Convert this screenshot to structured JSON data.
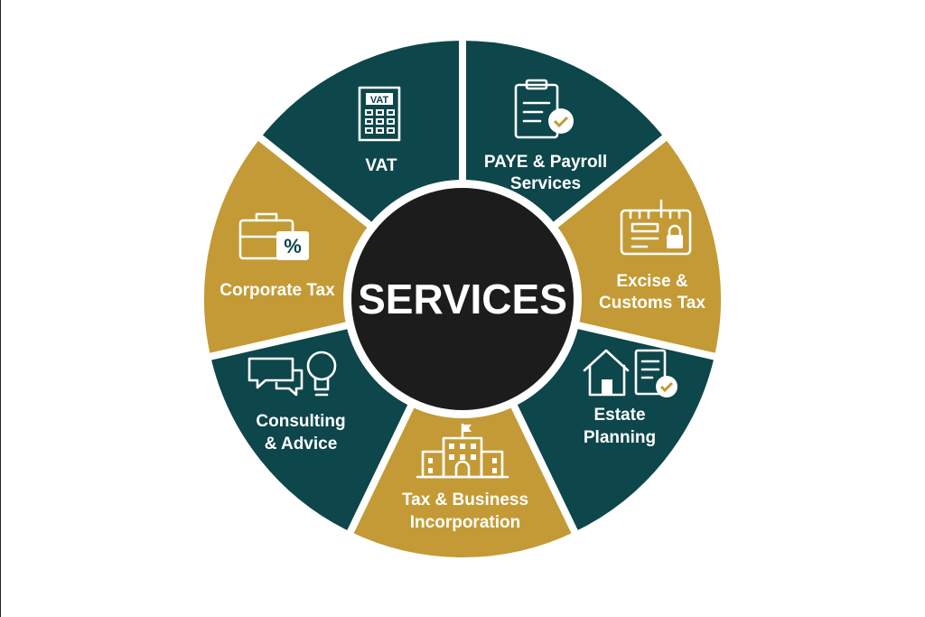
{
  "title": "SERVICES",
  "colors": {
    "teal": "#0d464b",
    "gold": "#c39a35",
    "center": "#1c1c1c"
  },
  "segments": [
    {
      "lines": [
        "VAT"
      ],
      "color": "teal",
      "icon": "calculator-icon",
      "icon_text": "VAT"
    },
    {
      "lines": [
        "PAYE & Payroll",
        "Services"
      ],
      "color": "gold",
      "icon": "clipboard-check-icon"
    },
    {
      "lines": [
        "Excise &",
        "Customs Tax"
      ],
      "color": "teal",
      "icon": "customs-document-lock-icon"
    },
    {
      "lines": [
        "Estate",
        "Planning"
      ],
      "color": "gold",
      "icon": "house-document-icon"
    },
    {
      "lines": [
        "Tax & Business",
        "Incorporation"
      ],
      "color": "teal",
      "icon": "office-building-icon"
    },
    {
      "lines": [
        "Consulting",
        "& Advice"
      ],
      "color": "gold",
      "icon": "chat-lightbulb-icon"
    },
    {
      "lines": [
        "Corporate Tax"
      ],
      "color": "teal",
      "icon": "briefcase-percent-icon",
      "icon_text": "%"
    }
  ]
}
